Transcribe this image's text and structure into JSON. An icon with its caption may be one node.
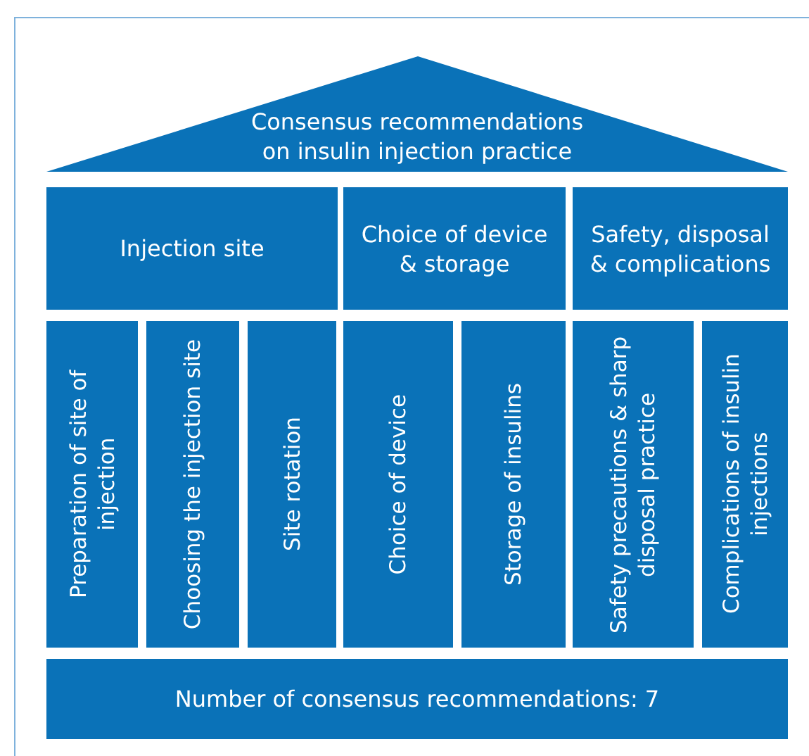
{
  "diagram": {
    "nodes": [
      {
        "text": [
          "Consensus recommendations on insulin injection practice"
        ]
      },
      {
        "text": [
          "Injection site"
        ]
      },
      {
        "text": [
          "Choice of device & storage"
        ]
      },
      {
        "text": [
          "Safety, disposal & complications"
        ]
      },
      {
        "text": [
          "Preparation of site of injection"
        ]
      },
      {
        "text": [
          "Choosing the injection site"
        ]
      },
      {
        "text": [
          "Site rotation"
        ]
      },
      {
        "text": [
          "Choice of device"
        ]
      },
      {
        "text": [
          "Storage of insulins"
        ]
      },
      {
        "text": [
          "Safety precautions & sharp disposal practice"
        ]
      },
      {
        "text": [
          "Complications of insulin injections"
        ]
      },
      {
        "text": [
          "Number of consensus recommendations: 7"
        ]
      }
    ],
    "edges": []
  }
}
